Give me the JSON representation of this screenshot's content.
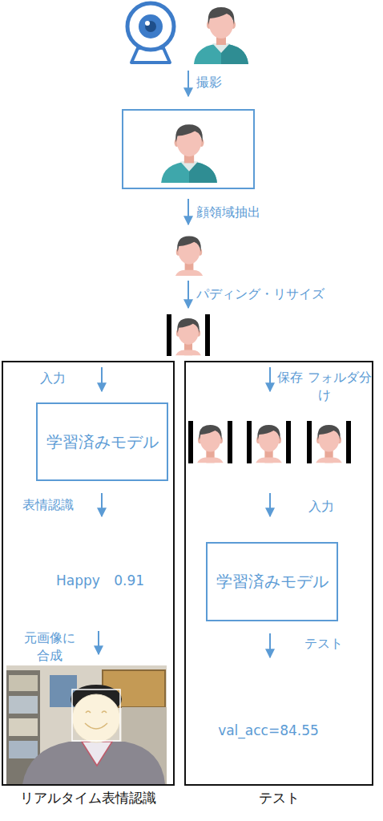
{
  "diagram": {
    "nodes": [
      {
        "text": [
          "リアルタイム表情認識"
        ]
      },
      {
        "text": [
          "学習済みモデル"
        ],
        "in": 0
      },
      {
        "text": [
          "テスト"
        ]
      },
      {
        "text": [
          "学習済みモデル"
        ],
        "in": 2
      }
    ],
    "labels": [
      "撮影",
      "顔領域抽出",
      "パディング・リサイズ",
      "入力",
      "表情認識",
      "Happy 0.91",
      "元画像に 合成",
      "保存 フォルダ分け",
      "入力",
      "テスト",
      "val_acc=84.55"
    ]
  }
}
